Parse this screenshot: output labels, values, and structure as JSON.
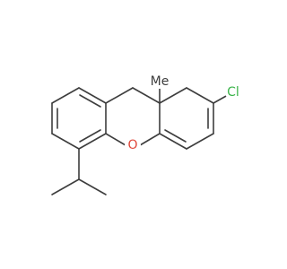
{
  "molecule": {
    "atoms": {
      "methyl": "Me",
      "oxygen": "O",
      "chlorine": "Cl"
    },
    "label_colors": {
      "oxygen": "#e0473a",
      "chlorine": "#3bb44a",
      "methyl": "#3d3d3d"
    },
    "bond_color": "#3d3d3d",
    "background": "#ffffff"
  }
}
